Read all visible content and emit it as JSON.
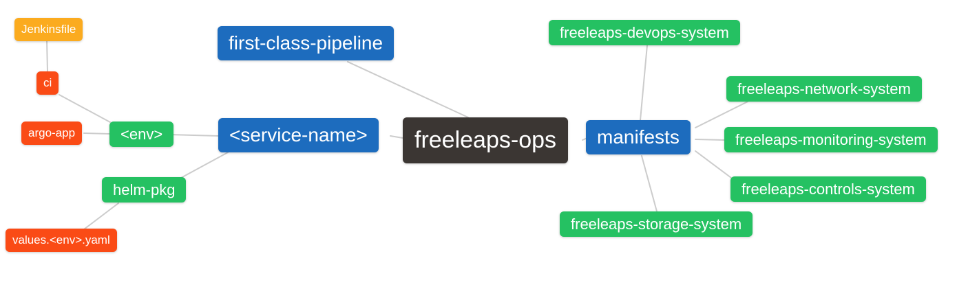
{
  "colors": {
    "root": "#3b3633",
    "blue": "#1d6cbe",
    "green": "#25c162",
    "orange": "#fbab1f",
    "red": "#fa4b16",
    "edge": "#cccccc",
    "background": "#ffffff",
    "text": "#ffffff"
  },
  "nodes": {
    "freeleaps_ops": {
      "label": "freeleaps-ops"
    },
    "first_class_pipeline": {
      "label": "first-class-pipeline"
    },
    "service_name": {
      "label": "<service-name>"
    },
    "manifests": {
      "label": "manifests"
    },
    "env": {
      "label": "<env>"
    },
    "helm_pkg": {
      "label": "helm-pkg"
    },
    "ci": {
      "label": "ci"
    },
    "jenkinsfile": {
      "label": "Jenkinsfile"
    },
    "argo_app": {
      "label": "argo-app"
    },
    "values_env_yaml": {
      "label": "values.<env>.yaml"
    },
    "devops_system": {
      "label": "freeleaps-devops-system"
    },
    "network_system": {
      "label": "freeleaps-network-system"
    },
    "monitoring_system": {
      "label": "freeleaps-monitoring-system"
    },
    "controls_system": {
      "label": "freeleaps-controls-system"
    },
    "storage_system": {
      "label": "freeleaps-storage-system"
    }
  },
  "edges": [
    {
      "from": "Jenkinsfile",
      "to": "ci"
    },
    {
      "from": "ci",
      "to": "<env>"
    },
    {
      "from": "argo-app",
      "to": "<env>"
    },
    {
      "from": "<env>",
      "to": "<service-name>"
    },
    {
      "from": "helm-pkg",
      "to": "<service-name>"
    },
    {
      "from": "values.<env>.yaml",
      "to": "helm-pkg"
    },
    {
      "from": "first-class-pipeline",
      "to": "freeleaps-ops"
    },
    {
      "from": "<service-name>",
      "to": "freeleaps-ops"
    },
    {
      "from": "freeleaps-ops",
      "to": "manifests"
    },
    {
      "from": "manifests",
      "to": "freeleaps-devops-system"
    },
    {
      "from": "manifests",
      "to": "freeleaps-network-system"
    },
    {
      "from": "manifests",
      "to": "freeleaps-monitoring-system"
    },
    {
      "from": "manifests",
      "to": "freeleaps-controls-system"
    },
    {
      "from": "manifests",
      "to": "freeleaps-storage-system"
    }
  ]
}
